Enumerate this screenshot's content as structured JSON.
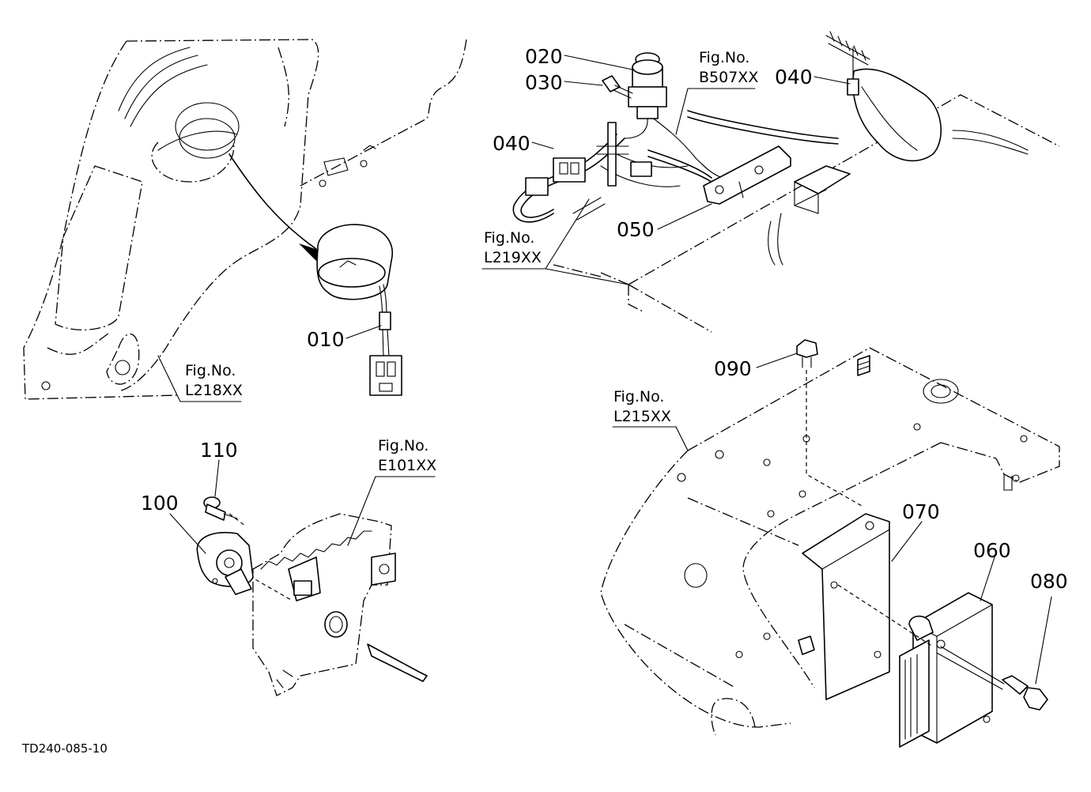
{
  "diagram_code": "TD240-085-10",
  "fig_no_label": "Fig.No.",
  "fig_refs": {
    "b507": "B507XX",
    "l219": "L219XX",
    "l218": "L218XX",
    "e101": "E101XX",
    "l215": "L215XX"
  },
  "parts": {
    "p010": "010",
    "p020": "020",
    "p030": "030",
    "p040a": "040",
    "p040b": "040",
    "p050": "050",
    "p060": "060",
    "p070": "070",
    "p080": "080",
    "p090": "090",
    "p100": "100",
    "p110": "110"
  }
}
